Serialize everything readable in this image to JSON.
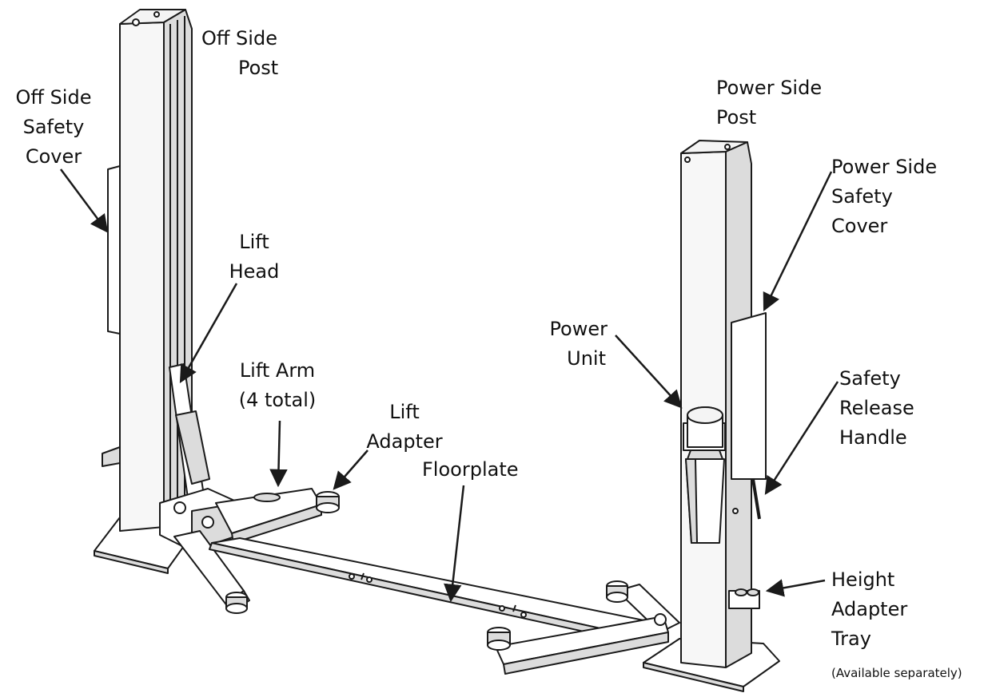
{
  "labels": {
    "off_side_post": [
      "Off Side",
      "Post"
    ],
    "off_side_safety_cover": [
      "Off Side",
      "Safety",
      "Cover"
    ],
    "lift_head": [
      "Lift",
      "Head"
    ],
    "lift_arm": [
      "Lift Arm",
      "(4 total)"
    ],
    "lift_adapter": [
      "Lift",
      "Adapter"
    ],
    "floorplate": [
      "Floorplate"
    ],
    "power_side_post": [
      "Power Side",
      "Post"
    ],
    "power_side_safety_cover": [
      "Power Side",
      "Safety",
      "Cover"
    ],
    "power_unit": [
      "Power",
      "Unit"
    ],
    "safety_release_handle": [
      "Safety",
      "Release",
      "Handle"
    ],
    "height_adapter_tray": [
      "Height",
      "Adapter",
      "Tray"
    ],
    "availability_note": "(Available separately)"
  },
  "colors": {
    "stroke": "#1a1a1a",
    "light_fill": "#f4f4f4",
    "mid_fill": "#dcdcdc",
    "white": "#ffffff"
  }
}
